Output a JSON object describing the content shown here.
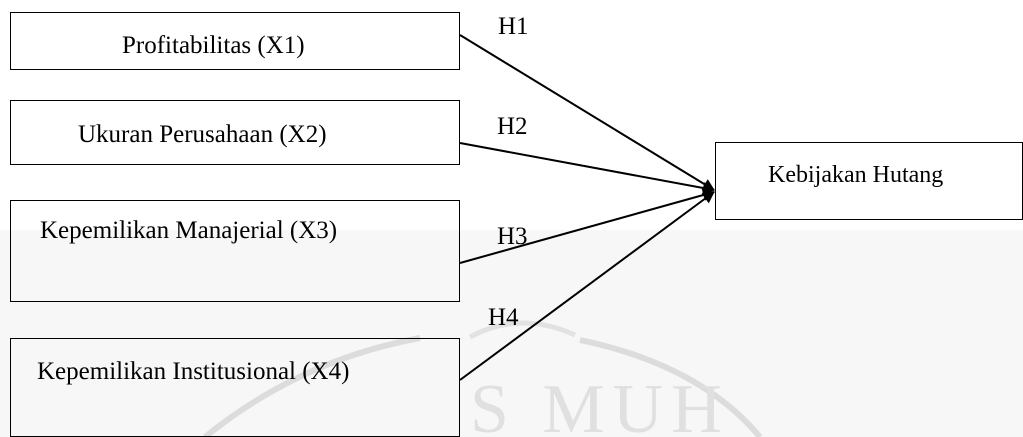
{
  "colors": {
    "line": "#000000",
    "watermark": "#dcdcdc"
  },
  "variables": [
    {
      "label": "Profitabilitas (X1)",
      "hypothesis": "H1"
    },
    {
      "label": "Ukuran Perusahaan (X2)",
      "hypothesis": "H2"
    },
    {
      "label": "Kepemilikan Manajerial (X3)",
      "hypothesis": "H3"
    },
    {
      "label": "Kepemilikan Institusional (X4)",
      "hypothesis": "H4"
    }
  ],
  "target": {
    "label": "Kebijakan Hutang"
  }
}
